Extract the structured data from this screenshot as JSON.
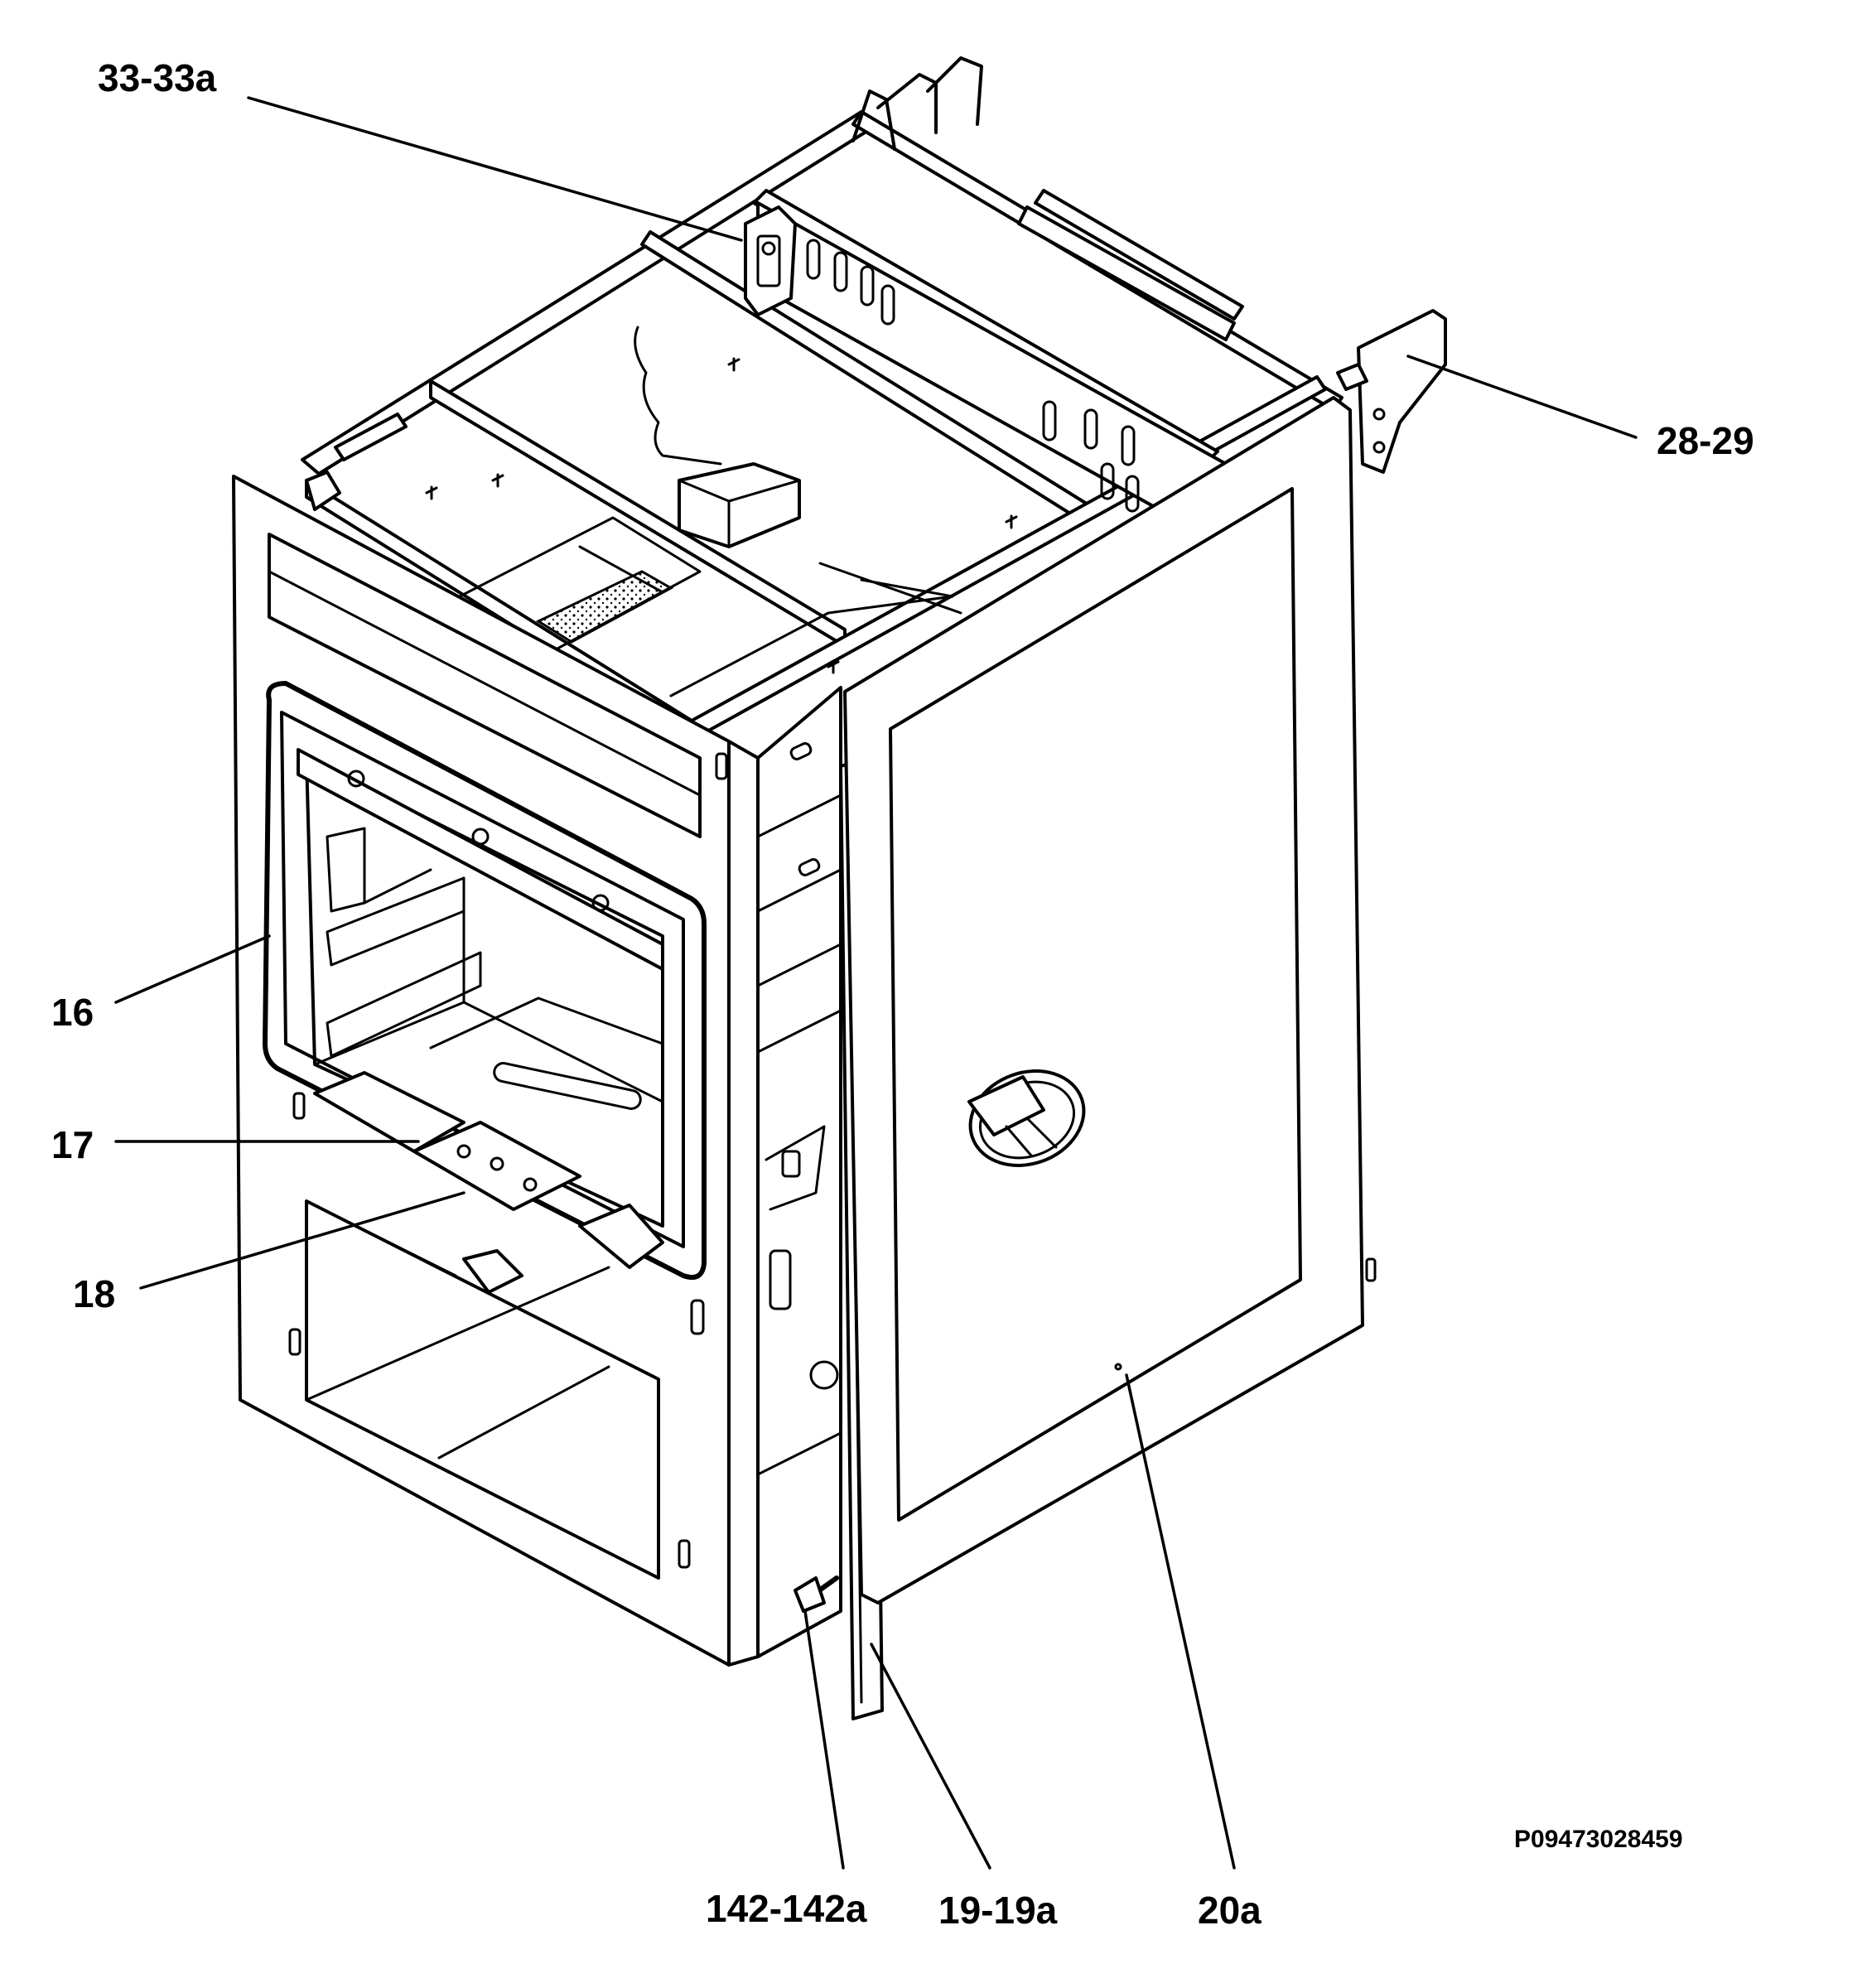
{
  "diagram": {
    "labels": {
      "top_bracket": "33-33a",
      "rear_bracket": "28-29",
      "oven_seal": "16",
      "cavity_part_17": "17",
      "cavity_part_18": "18",
      "hinge_screw": "142-142a",
      "side_strip": "19-19a",
      "side_panel": "20a"
    },
    "reference_code": "P09473028459"
  }
}
